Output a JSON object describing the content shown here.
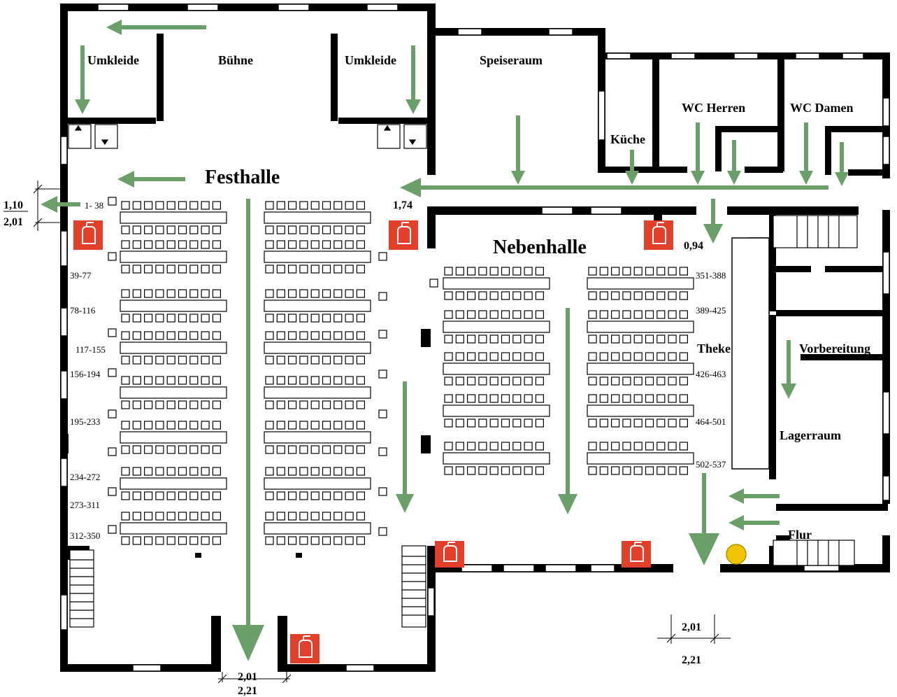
{
  "rooms": {
    "umkleide_left": "Umkleide",
    "buehne": "Bühne",
    "umkleide_right": "Umkleide",
    "speiseraum": "Speiseraum",
    "kueche": "Küche",
    "wc_herren": "WC Herren",
    "wc_damen": "WC Damen",
    "festhalle": "Festhalle",
    "nebenhalle": "Nebenhalle",
    "theke": "Theke",
    "vorbereitung": "Vorbereitung",
    "lagerraum": "Lagerraum",
    "flur": "Flur"
  },
  "seat_ranges_festhalle": [
    "1- 38",
    "39-77",
    "78-116",
    "117-155",
    "156-194",
    "195-233",
    "234-272",
    "273-311",
    "312-350"
  ],
  "seat_ranges_nebenhalle": [
    "351-388",
    "389-425",
    "426-463",
    "464-501",
    "502-537"
  ],
  "dimensions": {
    "left_exit_top": "1,10",
    "left_exit_bottom": "2,01",
    "festhalle_door": "1,74",
    "nebenhalle_door": "0,94",
    "bottom_exit_top": "2,01",
    "bottom_exit_bottom": "2,21",
    "right_exit_top": "2,01",
    "right_exit_bottom": "2,21"
  },
  "colors": {
    "escape_arrow": "#6a9f6a",
    "extinguisher": "#e2402a",
    "assembly_point": "#f2c300",
    "wall": "#000000"
  },
  "icons": [
    "fire-extinguisher-icon",
    "assembly-point-icon",
    "staircase-icon"
  ]
}
